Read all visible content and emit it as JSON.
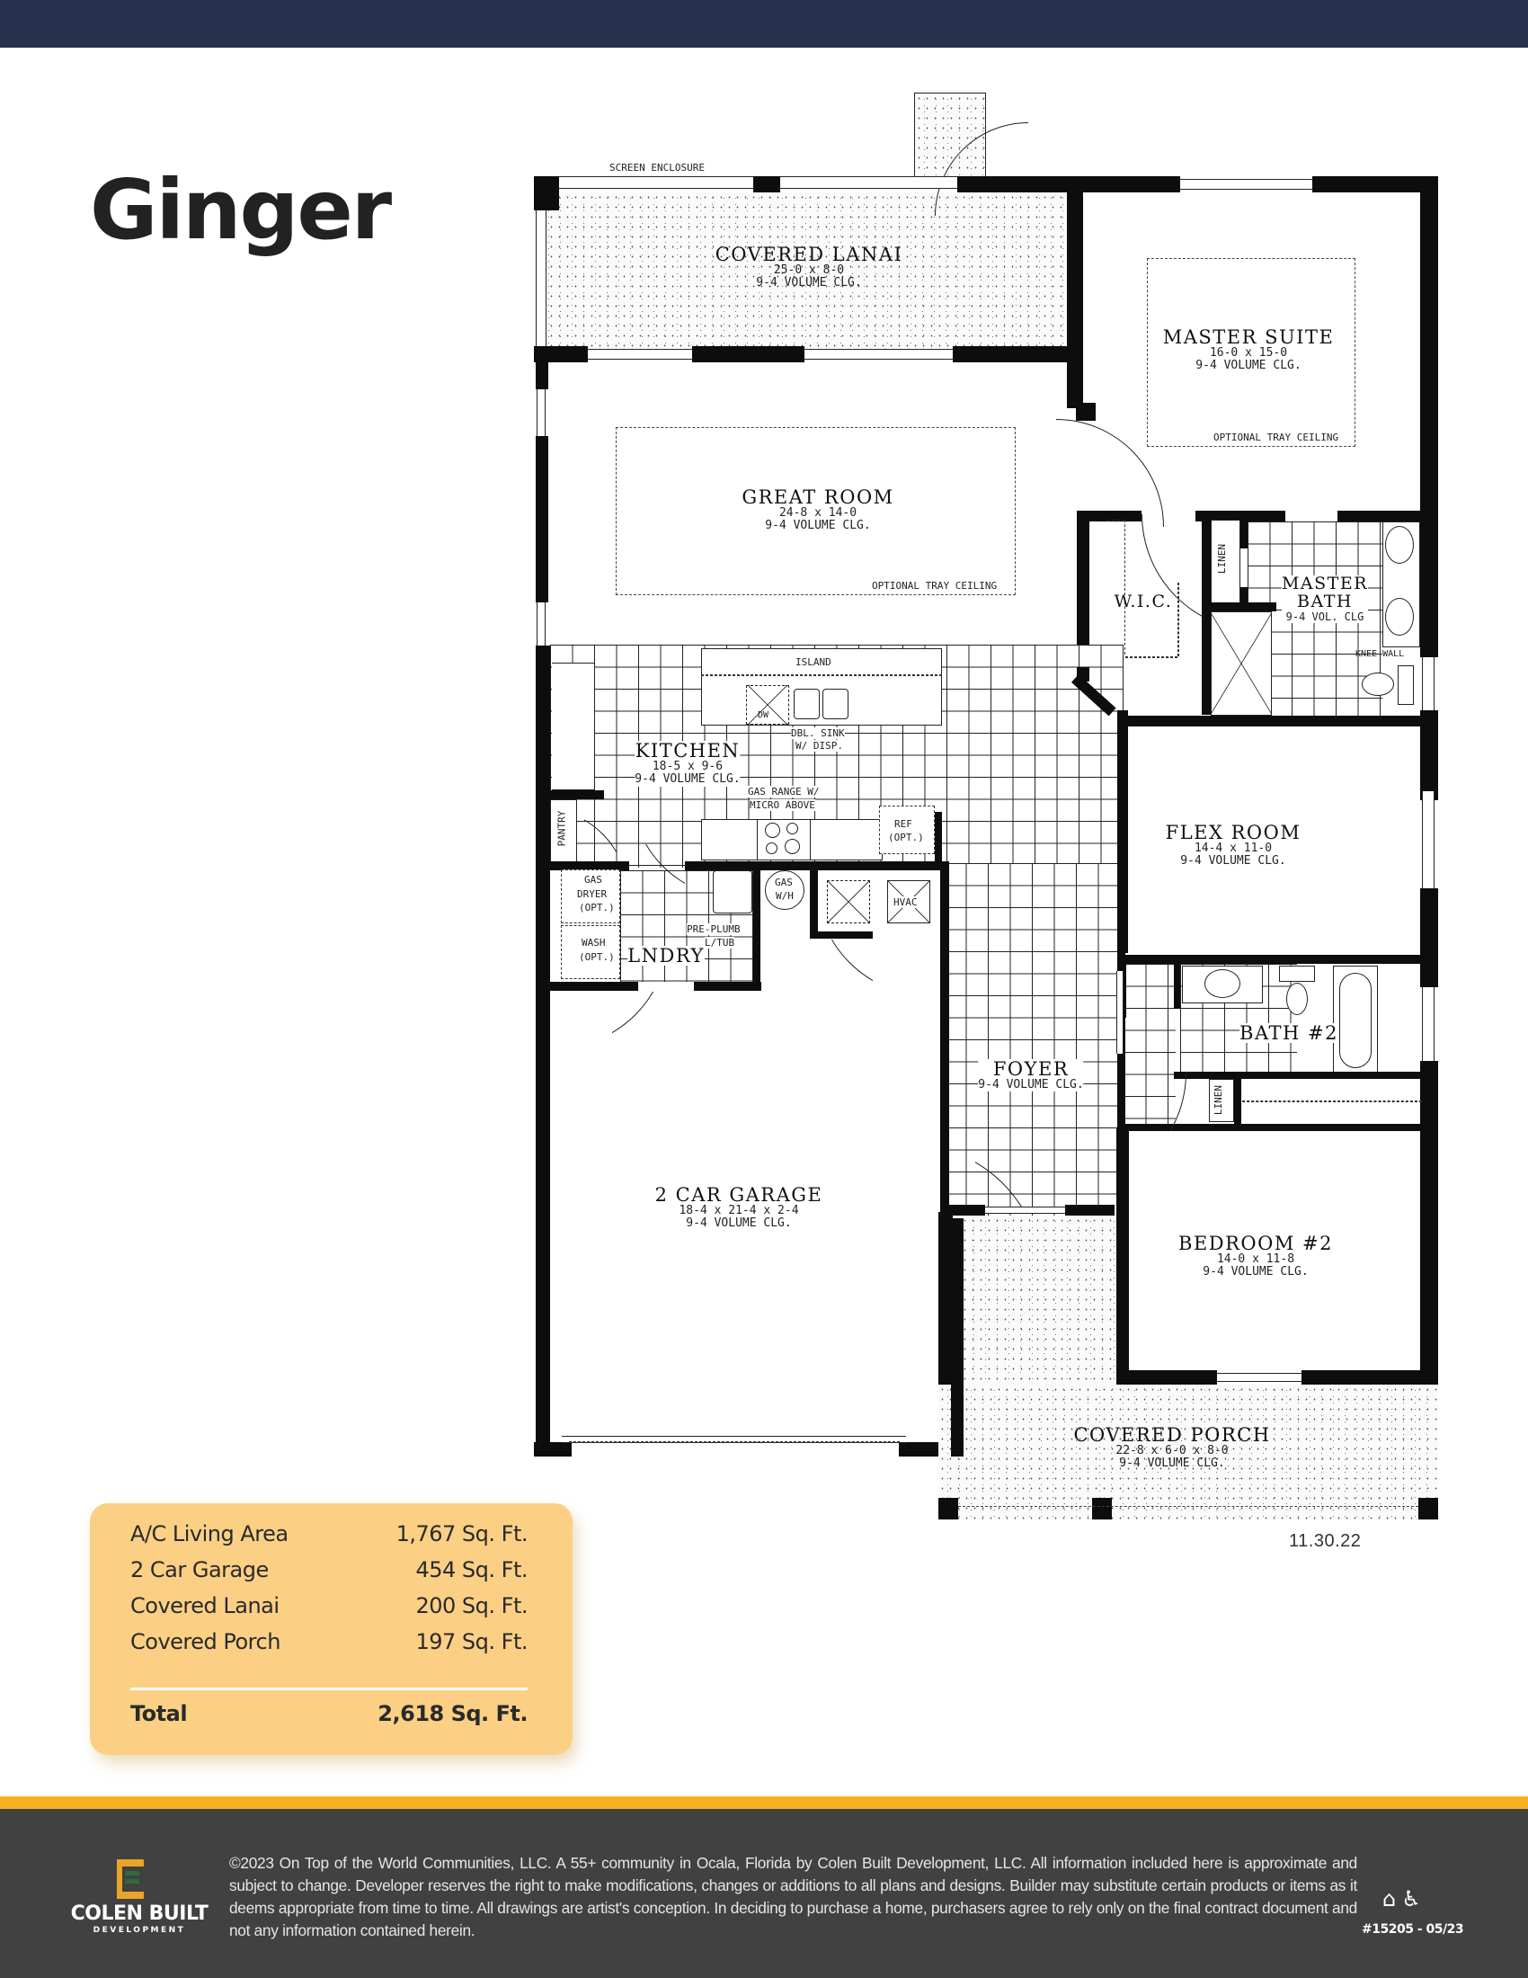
{
  "header": {
    "bar_color": "#26314e"
  },
  "plan": {
    "name": "Ginger",
    "date": "11.30.22",
    "notes": {
      "screen_enclosure": "SCREEN ENCLOSURE",
      "optional_tray_ceiling": "OPTIONAL TRAY CEILING",
      "island": "ISLAND",
      "dw": "DW",
      "dbl_sink": "DBL. SINK",
      "dbl_sink_2": "W/ DISP.",
      "gas_range": "GAS RANGE W/",
      "gas_range_2": "MICRO ABOVE",
      "ref": "REF",
      "ref_2": "(OPT.)",
      "pantry": "PANTRY",
      "gas_dryer": "GAS",
      "gas_dryer_2": "DRYER",
      "gas_dryer_3": "(OPT.)",
      "wash": "WASH",
      "wash_2": "(OPT.)",
      "pre_plumb": "PRE-PLUMB",
      "pre_plumb_2": "L/TUB",
      "gas_wh": "GAS",
      "gas_wh_2": "W/H",
      "hvac": "HVAC",
      "linen": "LINEN",
      "knee_wall": "KNEE WALL"
    },
    "rooms": {
      "covered_lanai": {
        "name": "COVERED LANAI",
        "dims": "25-0 x 8-0",
        "ceiling": "9-4 VOLUME CLG."
      },
      "master_suite": {
        "name": "MASTER SUITE",
        "dims": "16-0 x 15-0",
        "ceiling": "9-4 VOLUME CLG."
      },
      "great_room": {
        "name": "GREAT ROOM",
        "dims": "24-8 x 14-0",
        "ceiling": "9-4 VOLUME CLG."
      },
      "wic": {
        "name": "W.I.C."
      },
      "master_bath": {
        "name": "MASTER",
        "name_2": "BATH",
        "ceiling": "9-4 VOL. CLG"
      },
      "kitchen": {
        "name": "KITCHEN",
        "dims": "18-5 x 9-6",
        "ceiling": "9-4 VOLUME CLG."
      },
      "flex_room": {
        "name": "FLEX ROOM",
        "dims": "14-4 x 11-0",
        "ceiling": "9-4 VOLUME CLG."
      },
      "laundry": {
        "name": "LNDRY"
      },
      "bath_2": {
        "name": "BATH #2"
      },
      "foyer": {
        "name": "FOYER",
        "ceiling": "9-4 VOLUME CLG."
      },
      "garage": {
        "name": "2 CAR GARAGE",
        "dims": "18-4 x 21-4 x 2-4",
        "ceiling": "9-4 VOLUME CLG."
      },
      "bedroom_2": {
        "name": "BEDROOM #2",
        "dims": "14-0 x 11-8",
        "ceiling": "9-4 VOLUME CLG."
      },
      "covered_porch": {
        "name": "COVERED PORCH",
        "dims": "22-8 x 6-0 x 8-0",
        "ceiling": "9-4 VOLUME CLG."
      }
    }
  },
  "area_summary": {
    "background_color": "#fbd084",
    "rows": [
      {
        "label": "A/C Living Area",
        "value": "1,767 Sq. Ft."
      },
      {
        "label": "2 Car Garage",
        "value": "454 Sq. Ft."
      },
      {
        "label": "Covered Lanai",
        "value": "200 Sq. Ft."
      },
      {
        "label": "Covered Porch",
        "value": "197 Sq. Ft."
      }
    ],
    "total": {
      "label": "Total",
      "value": "2,618 Sq. Ft."
    }
  },
  "footer": {
    "accent_color": "#f5b321",
    "background_color": "#414141",
    "logo": {
      "name": "COLEN BUILT",
      "subtitle": "DEVELOPMENT"
    },
    "disclaimer": "©2023 On Top of the World Communities, LLC. A 55+ community in Ocala, Florida by Colen Built Development, LLC. All information included here is approximate and subject to change. Developer reserves the right to make modifications, changes or additions to all plans and designs. Builder may substitute certain products or items as it deems appropriate from time to time. All drawings are artist's conception. In deciding to purchase a home, purchasers agree to rely only on the final contract document and not any information contained herein.",
    "icons": [
      "equal-housing-opportunity-icon",
      "wheelchair-accessible-icon"
    ],
    "icon_glyphs": {
      "eho": "⌂",
      "accessible": "♿"
    },
    "document_code": "#15205 - 05/23"
  }
}
